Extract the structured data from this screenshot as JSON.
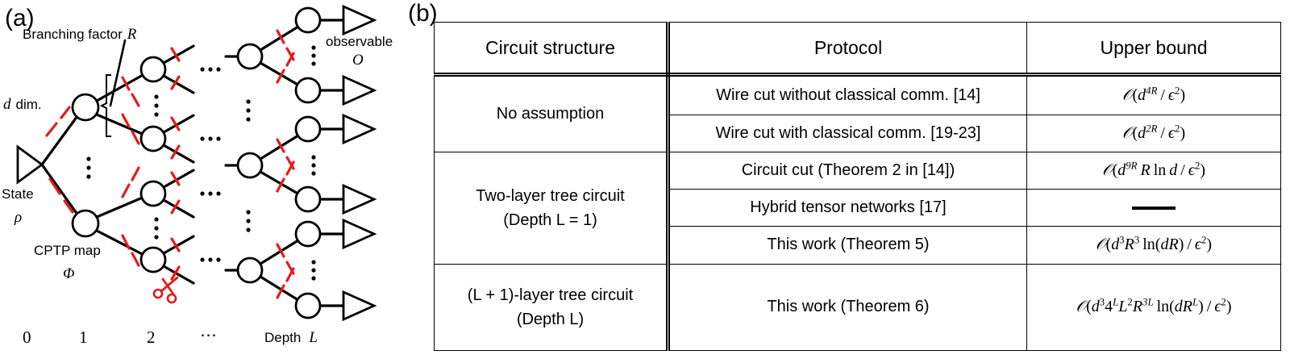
{
  "panel_a": {
    "tag": "(a)",
    "labels": {
      "branching_factor": "Branching factor",
      "branching_factor_sym": "R",
      "dim": "dim.",
      "dim_sym": "d",
      "state": "State",
      "state_sym": "ρ",
      "cptp": "CPTP map",
      "cptp_sym": "Φ",
      "observable": "observable",
      "observable_sym": "O",
      "depth": "Depth",
      "depth_sym": "L"
    },
    "axis_ticks": [
      "0",
      "1",
      "2",
      "⋯"
    ],
    "ellipsis": "⋯",
    "vertical_ellipsis": "⋮",
    "cut_color": "#e8191b",
    "line_color": "#000000"
  },
  "panel_b": {
    "tag": "(b)",
    "table": {
      "headers": [
        "Circuit structure",
        "Protocol",
        "Upper bound"
      ],
      "groups": [
        {
          "structure": "No assumption",
          "structure_sub": "",
          "rows": [
            {
              "protocol": "Wire cut without classical comm.  [14]",
              "bound_parts": {
                "prefix": "𝒪(",
                "base": "d",
                "exp": "4R",
                "mid": "/",
                "denom": "ϵ",
                "denom_exp": "2",
                "suffix": ")"
              },
              "bound_text": "O(d^{4R}/ϵ^2)"
            },
            {
              "protocol": "Wire cut with classical comm.  [19-23]",
              "bound_parts": {
                "prefix": "𝒪(",
                "base": "d",
                "exp": "2R",
                "mid": "/",
                "denom": "ϵ",
                "denom_exp": "2",
                "suffix": ")"
              },
              "bound_text": "O(d^{2R}/ϵ^2)"
            }
          ]
        },
        {
          "structure": "Two-layer tree circuit",
          "structure_sub": "(Depth  L = 1)",
          "rows": [
            {
              "protocol": "Circuit cut (Theorem 2 in [14])",
              "bound_text": "O(d^{9R} R ln d /ϵ^2)"
            },
            {
              "protocol": "Hybrid tensor networks [17]",
              "bound_text": "—"
            },
            {
              "protocol": "This work (Theorem 5)",
              "bound_text": "O(d^3 R^3 ln(dR) /ϵ^2)"
            }
          ]
        },
        {
          "structure": "(L + 1)-layer tree circuit",
          "structure_sub": "(Depth  L)",
          "rows": [
            {
              "protocol": "This work (Theorem 6)",
              "bound_text": "O(d^3 4^L L^2 R^{3L} ln(dR^L) /ϵ^2)"
            }
          ]
        }
      ]
    }
  }
}
